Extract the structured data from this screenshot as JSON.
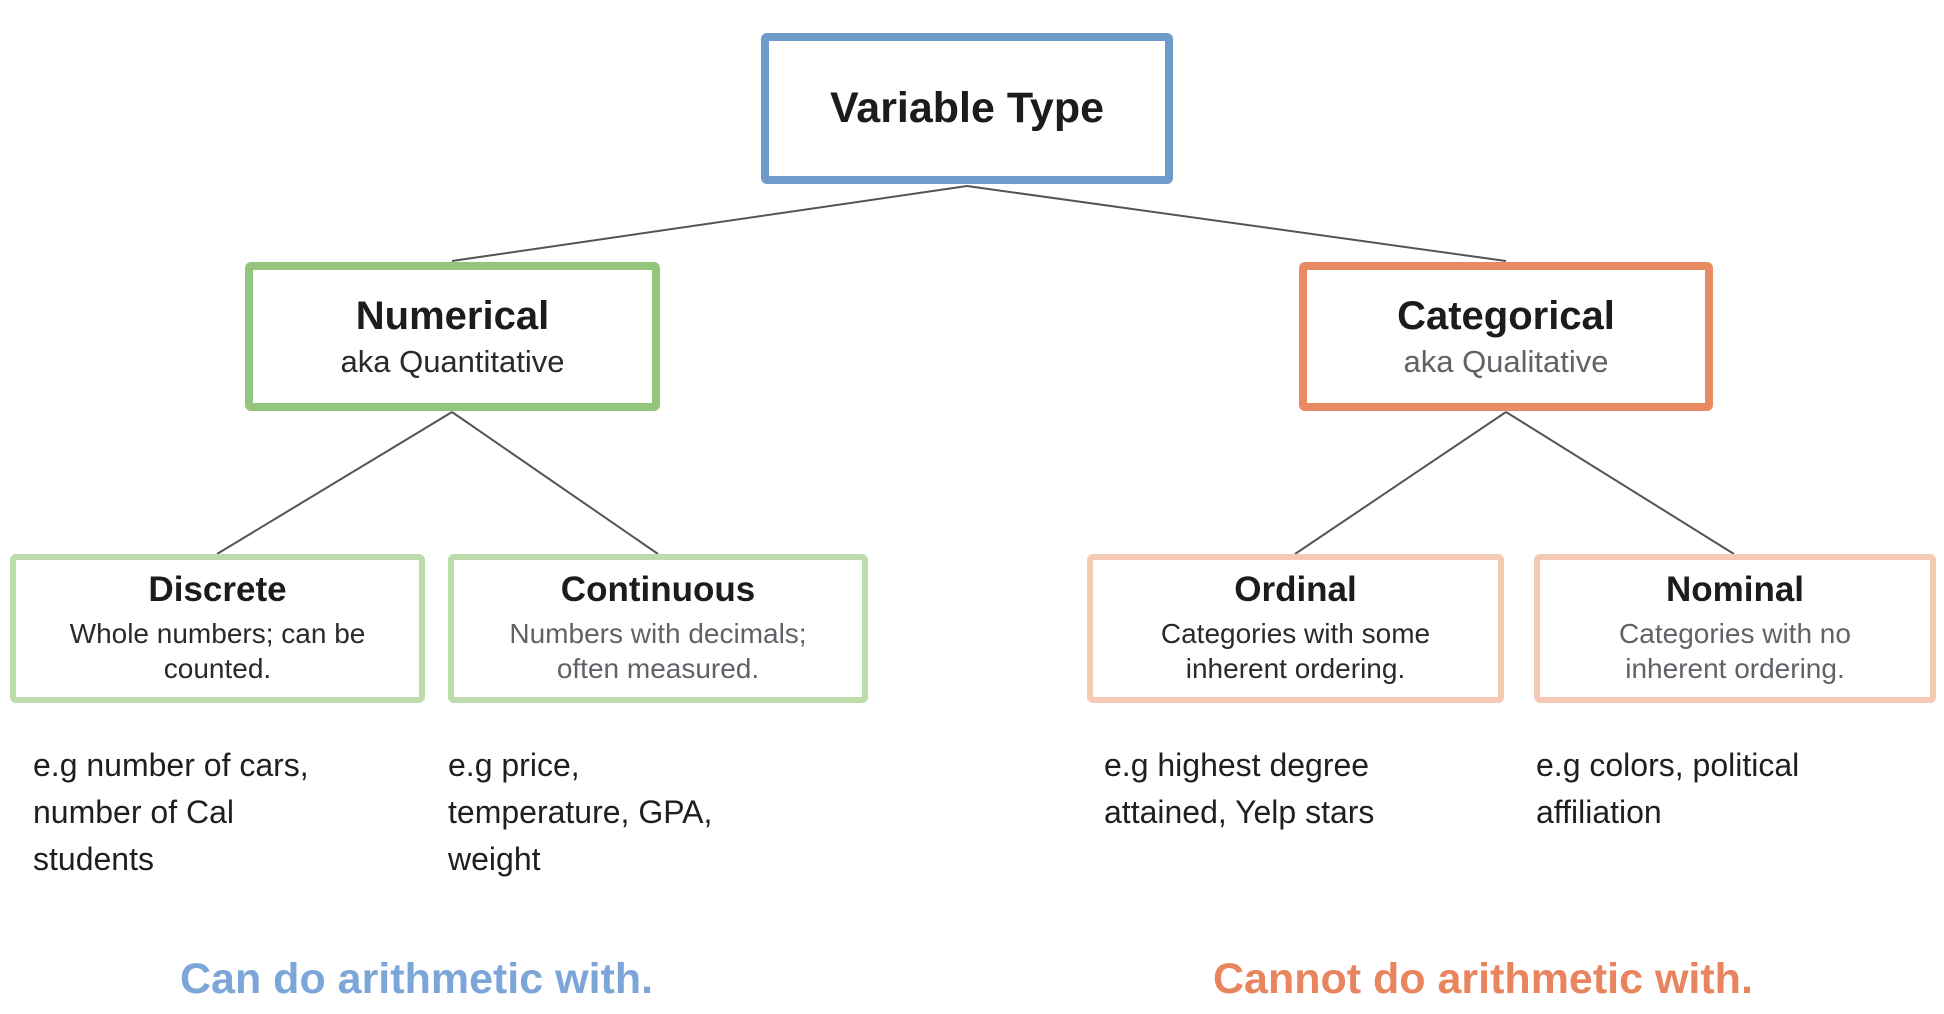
{
  "palette": {
    "blue-border": "#6f9bcb",
    "green-border": "#94c57d",
    "green-light-border": "#bddcab",
    "orange-border": "#e88b63",
    "orange-light-border": "#f5cab5",
    "caption-blue": "#7ca6d8",
    "caption-orange": "#e8845e",
    "connector-gray": "#545454",
    "text-dark": "#1c1c1c",
    "text-gray": "#5f6368"
  },
  "tree": {
    "root": {
      "title": "Variable Type"
    },
    "numerical": {
      "title": "Numerical",
      "subtitle": "aka Quantitative"
    },
    "categorical": {
      "title": "Categorical",
      "subtitle": "aka Qualitative"
    },
    "discrete": {
      "title": "Discrete",
      "subtitle": "Whole numbers; can be\ncounted.",
      "example": "e.g number of cars,\nnumber of Cal\nstudents"
    },
    "continuous": {
      "title": "Continuous",
      "subtitle": "Numbers with decimals;\noften measured.",
      "example": "e.g price,\ntemperature, GPA,\nweight"
    },
    "ordinal": {
      "title": "Ordinal",
      "subtitle": "Categories with some\ninherent ordering.",
      "example": "e.g highest degree\nattained, Yelp stars"
    },
    "nominal": {
      "title": "Nominal",
      "subtitle": "Categories with no\ninherent ordering.",
      "example": "e.g colors, political\naffiliation"
    }
  },
  "captions": {
    "left": "Can do arithmetic with.",
    "right": "Cannot do arithmetic with."
  }
}
